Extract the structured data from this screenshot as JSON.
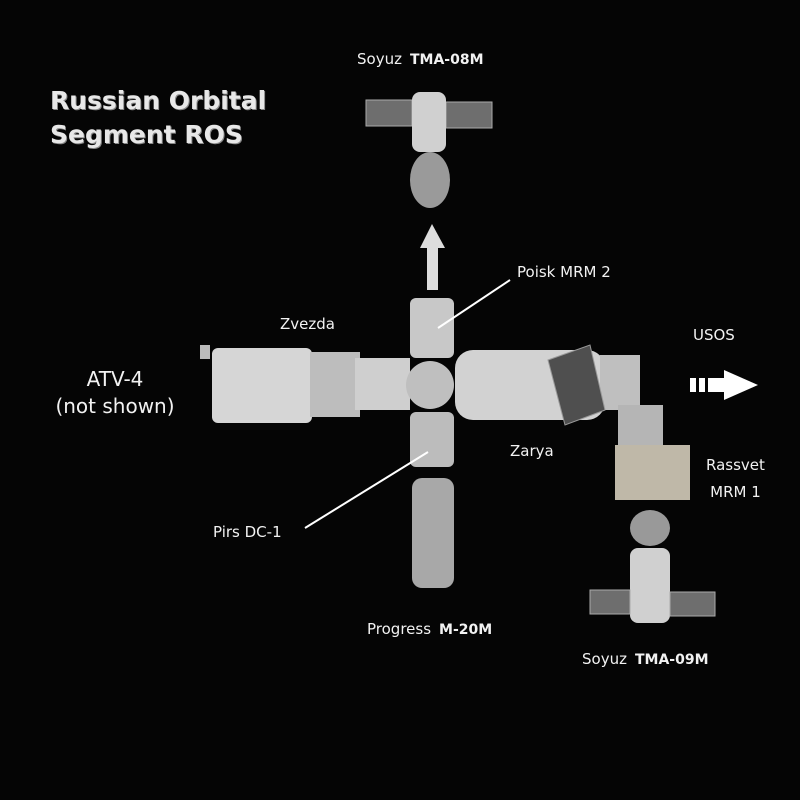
{
  "title": {
    "line1": "Russian Orbital",
    "line2": "Segment ROS"
  },
  "labels": {
    "soyuz_top": {
      "name": "Soyuz",
      "id": "TMA-08M"
    },
    "poisk": "Poisk MRM 2",
    "zvezda": "Zvezda",
    "usos": "USOS",
    "atv": {
      "line1": "ATV-4",
      "line2": "(not shown)"
    },
    "zarya": "Zarya",
    "rassvet": {
      "line1": "Rassvet",
      "line2": "MRM 1"
    },
    "pirs": "Pirs DC-1",
    "progress": {
      "name": "Progress",
      "id": "M-20M"
    },
    "soyuz_bottom": {
      "name": "Soyuz",
      "id": "TMA-09M"
    }
  },
  "colors": {
    "background": "#050505",
    "module": "#cfcfcf",
    "panel": "#6e6e6e",
    "text": "#f2f2f2"
  }
}
